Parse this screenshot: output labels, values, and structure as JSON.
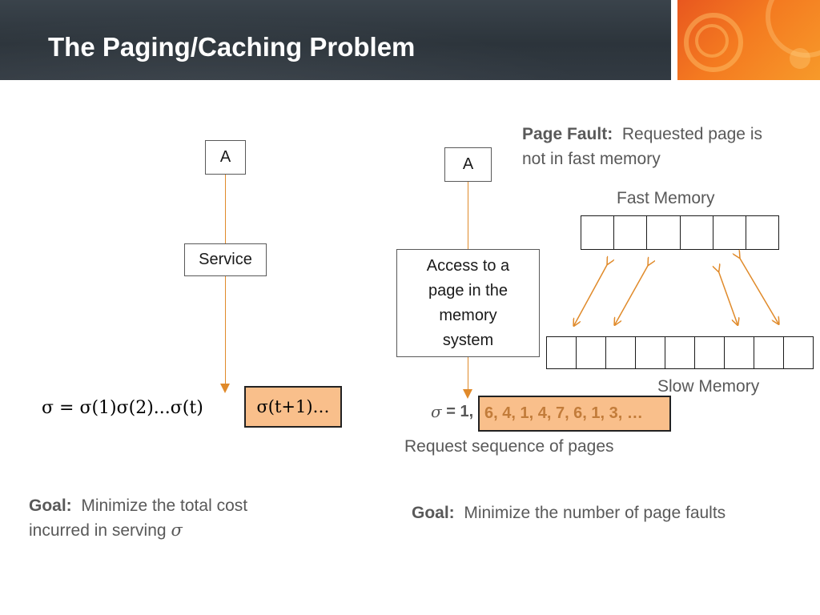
{
  "header": {
    "title": "The Paging/Caching Problem"
  },
  "left_diagram": {
    "top_box": "A",
    "middle_box": "Service",
    "sequence": "σ = σ(1)σ(2)...σ(t)",
    "highlighted": "σ(t+1)…",
    "goal_bold": "Goal:",
    "goal_text": "Minimize the total cost incurred in serving",
    "goal_sigma": "σ"
  },
  "right_diagram": {
    "top_box": "A",
    "middle_box_lines": [
      "Access to a",
      "page in the",
      "memory",
      "system"
    ],
    "sequence_sigma": "σ",
    "sequence_prefix": " = 1, ",
    "highlighted": "6, 4, 1, 4, 7, 6, 1, 3, …",
    "caption": "Request sequence of pages",
    "goal_bold": "Goal:",
    "goal_text": "Minimize the number of page faults"
  },
  "page_fault": {
    "bold": "Page Fault:",
    "text": "Requested page is not in fast memory"
  },
  "memory": {
    "fast_label": "Fast Memory",
    "fast_cells": 6,
    "slow_label": "Slow Memory",
    "slow_cells": 9
  },
  "colors": {
    "arrow": "#e08a2a",
    "highlight_fill": "#f9bf8b",
    "highlight_text": "#c27c3a",
    "header_bg": "#2f373e",
    "header_accent": "#f47a20",
    "body_text": "#595959"
  }
}
